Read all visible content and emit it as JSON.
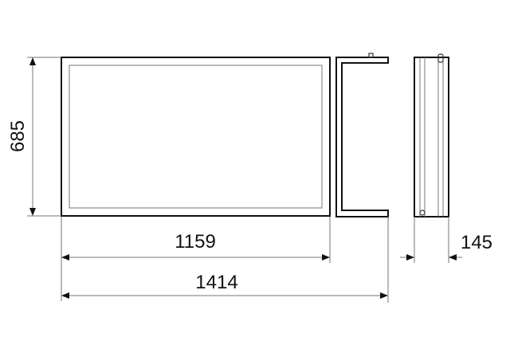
{
  "drawing": {
    "dimensions": {
      "height": "685",
      "inner_width": "1159",
      "overall_width": "1414",
      "depth": "145"
    }
  }
}
